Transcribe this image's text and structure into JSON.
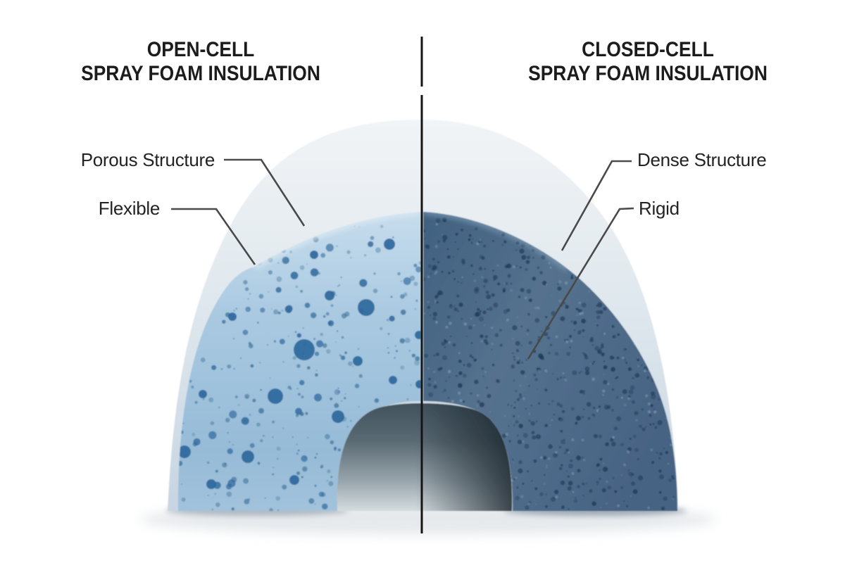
{
  "diagram": {
    "left_panel": {
      "title_line1": "OPEN-CELL",
      "title_line2": "SPRAY FOAM INSULATION",
      "labels": [
        {
          "text": "Porous Structure"
        },
        {
          "text": "Flexible"
        }
      ],
      "foam": {
        "type": "open-cell",
        "face_color": "#a9c9e1",
        "face_highlight": "#cfe2f0",
        "pore_color": "#2d679c",
        "small_pore_color": "#3c7099"
      }
    },
    "right_panel": {
      "title_line1": "CLOSED-CELL",
      "title_line2": "SPRAY FOAM INSULATION",
      "labels": [
        {
          "text": "Dense Structure"
        },
        {
          "text": "Rigid"
        }
      ],
      "foam": {
        "type": "closed-cell",
        "face_color": "#4e6d8b",
        "face_highlight": "#7e9cb7",
        "pore_color": "#1d3a57",
        "speckle_color": "#aac8dc"
      }
    },
    "skin_color_top": "#f0f3f5",
    "skin_color_bottom": "#c8d6e1",
    "tunnel_dark": "#41525d",
    "tunnel_light": "#d3dadd",
    "divider_color": "#151515",
    "callout_line_color": "#4a4a4a",
    "text_color": "#1c1c1c",
    "background_color": "#ffffff"
  }
}
